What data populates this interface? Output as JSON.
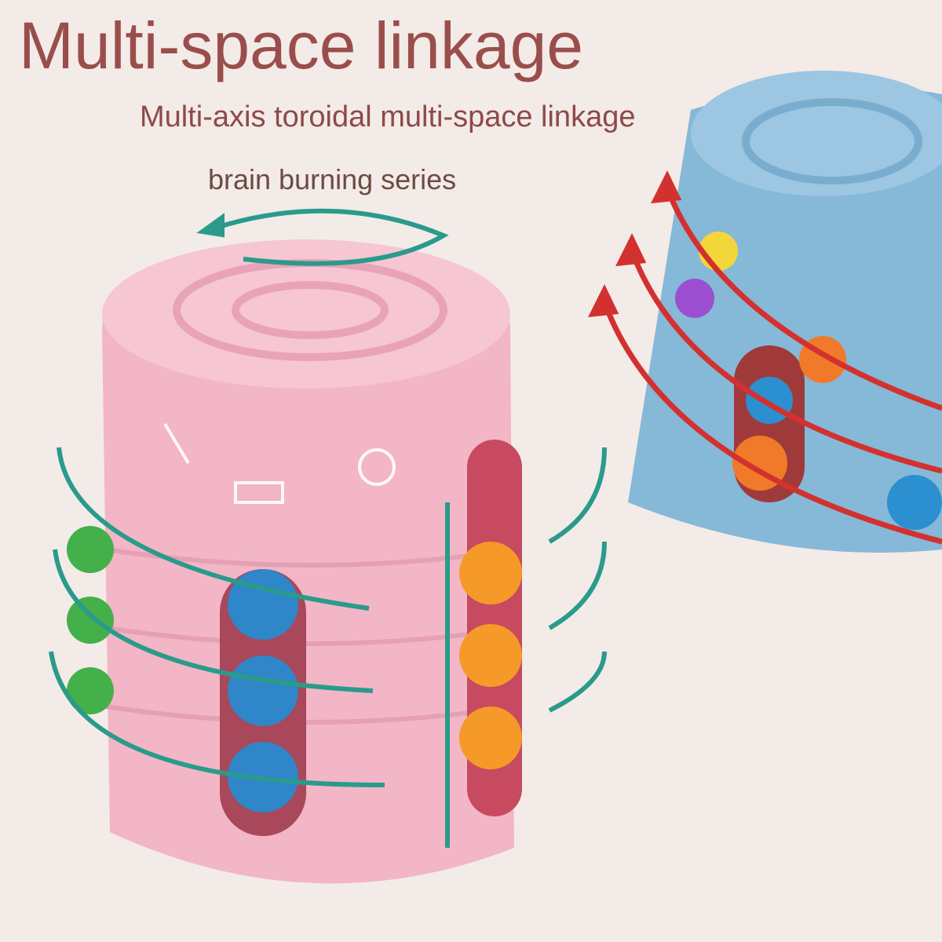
{
  "headline": "Multi-space linkage",
  "subheadline": "Multi-axis toroidal multi-space linkage",
  "series_label": "brain burning series",
  "colors": {
    "background": "#f3ebe7",
    "text": "#9a4e4c",
    "pink_can": "#f2b6c6",
    "blue_can": "#86b8d8",
    "green_arrows": "#2a9b8a",
    "red_arrows": "#d3312f"
  }
}
